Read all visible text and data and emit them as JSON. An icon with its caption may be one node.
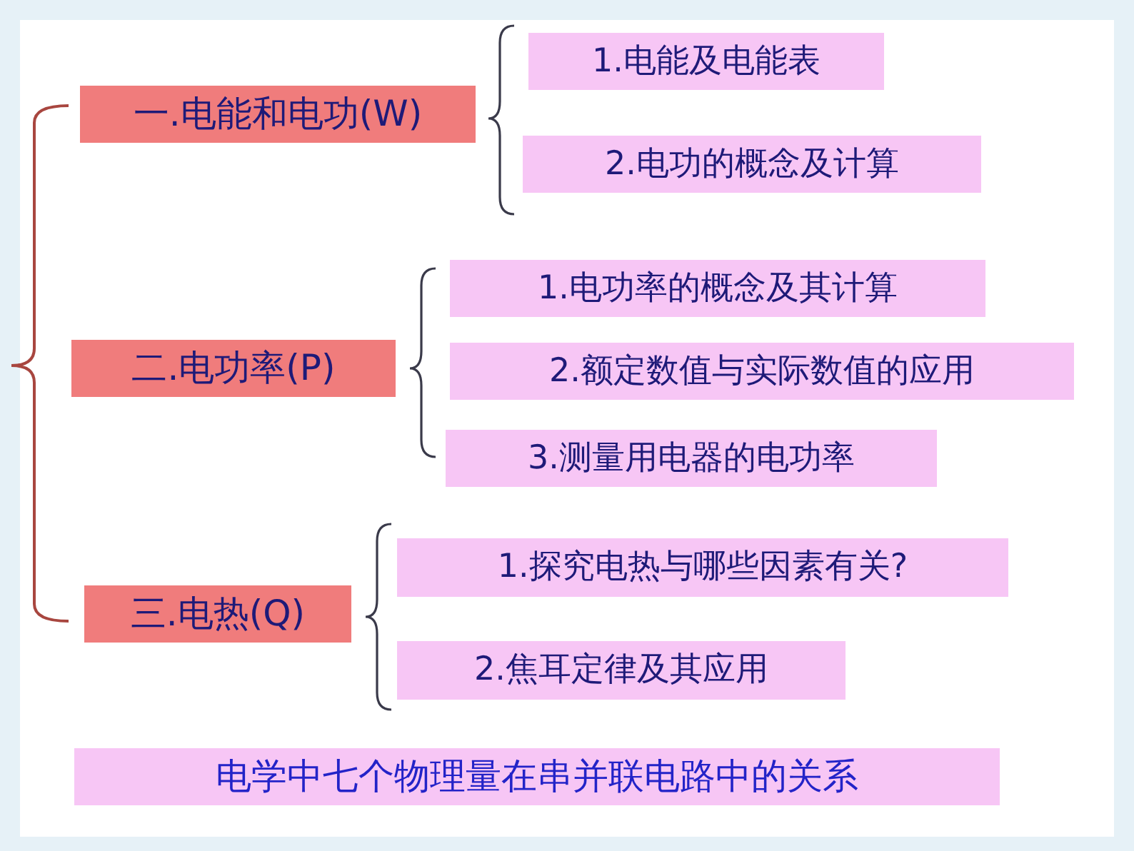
{
  "diagram": {
    "nodes": [
      {
        "text": [
          "一.电能和电功(W)"
        ]
      },
      {
        "text": [
          "1.电能及电能表"
        ]
      },
      {
        "text": [
          "2.电功的概念及计算"
        ]
      },
      {
        "text": [
          "二.电功率(P)"
        ]
      },
      {
        "text": [
          "1.电功率的概念及其计算"
        ]
      },
      {
        "text": [
          "2.额定数值与实际数值的应用"
        ]
      },
      {
        "text": [
          "3.测量用电器的电功率"
        ]
      },
      {
        "text": [
          "三.电热(Q)"
        ]
      },
      {
        "text": [
          "1.探究电热与哪些因素有关?"
        ]
      },
      {
        "text": [
          "2.焦耳定律及其应用"
        ]
      },
      {
        "text": [
          "电学中七个物理量在串并联电路中的关系"
        ]
      }
    ]
  }
}
